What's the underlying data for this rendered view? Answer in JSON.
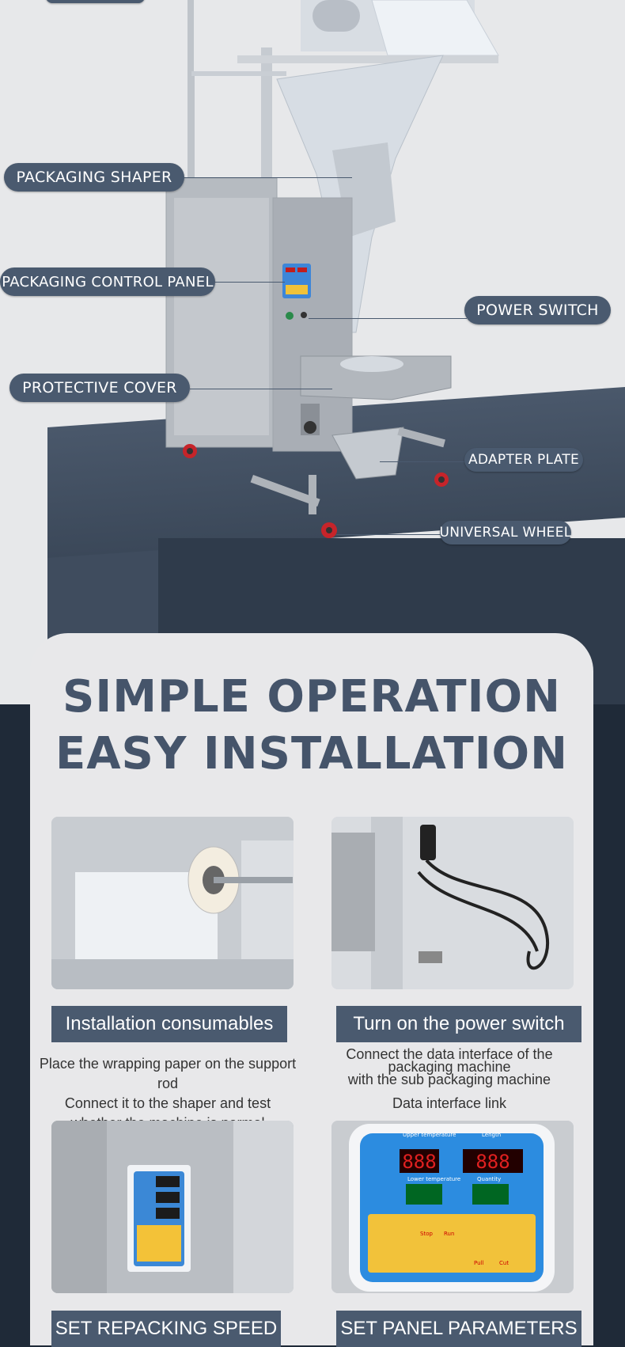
{
  "hero": {
    "labels": {
      "packaging_shaper": "PACKAGING SHAPER",
      "control_panel": "PACKAGING CONTROL PANEL",
      "power_switch": "POWER SWITCH",
      "protective_cover": "PROTECTIVE COVER",
      "adapter_plate": "ADAPTER PLATE",
      "universal_wheel": "UNIVERSAL WHEEL"
    }
  },
  "section": {
    "title_line1": "SIMPLE OPERATION",
    "title_line2": "EASY INSTALLATION"
  },
  "features": [
    {
      "caption": "Installation consumables",
      "desc_line1": "Place the wrapping paper on the support rod",
      "desc_line2": "Connect it to the shaper and test",
      "desc_line3": "whether the machine is normal"
    },
    {
      "caption": "Turn on the power switch",
      "desc_line1": "Connect the data interface of the",
      "desc_line2": "packaging machine",
      "desc_line3": "with the sub packaging machine",
      "desc_line4": "Data interface link"
    },
    {
      "caption": "SET REPACKING SPEED"
    },
    {
      "caption": "SET PANEL PARAMETERS"
    }
  ],
  "panel": {
    "upper_temperature": "Upper temperature",
    "length": "Length",
    "lower_temperature": "Lower temperature",
    "quantity": "Quantity",
    "display_value": "888",
    "stop": "Stop",
    "run": "Run",
    "pull": "Pull",
    "cut": "Cut"
  },
  "colors": {
    "accent": "#4a5a6f",
    "title": "#45546a",
    "dark_bg": "#1f2a38",
    "card_bg": "#e8e8ea"
  }
}
